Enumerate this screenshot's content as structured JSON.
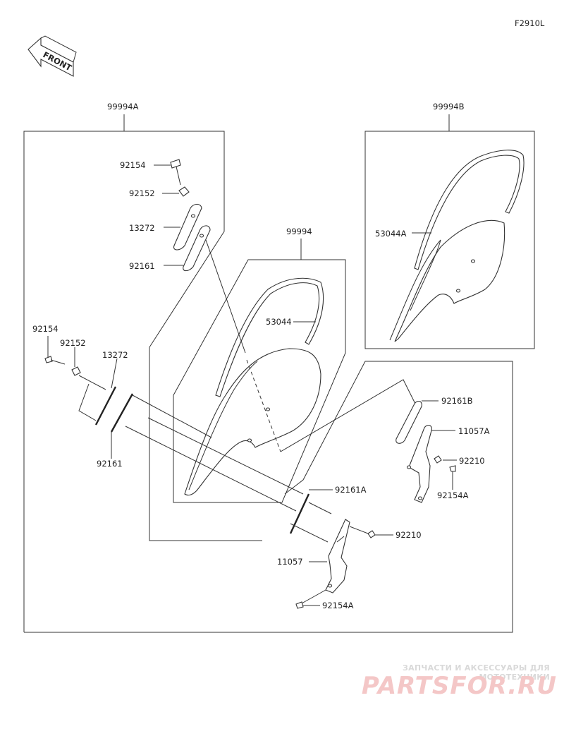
{
  "figure_code": "F2910L",
  "front_arrow": {
    "label": "FRONT"
  },
  "kits": [
    {
      "id": "kit-99994A",
      "label": "99994A"
    },
    {
      "id": "kit-99994B",
      "label": "99994B"
    },
    {
      "id": "kit-99994",
      "label": "99994"
    }
  ],
  "callouts": [
    {
      "id": "c1",
      "label": "92154"
    },
    {
      "id": "c2",
      "label": "92152"
    },
    {
      "id": "c3",
      "label": "13272"
    },
    {
      "id": "c4",
      "label": "92161"
    },
    {
      "id": "c5",
      "label": "53044A"
    },
    {
      "id": "c6",
      "label": "53044"
    },
    {
      "id": "c7",
      "label": "92154"
    },
    {
      "id": "c8",
      "label": "92152"
    },
    {
      "id": "c9",
      "label": "13272"
    },
    {
      "id": "c10",
      "label": "92161"
    },
    {
      "id": "c11",
      "label": "92161B"
    },
    {
      "id": "c12",
      "label": "11057A"
    },
    {
      "id": "c13",
      "label": "92210"
    },
    {
      "id": "c14",
      "label": "92154A"
    },
    {
      "id": "c15",
      "label": "92161A"
    },
    {
      "id": "c16",
      "label": "92210"
    },
    {
      "id": "c17",
      "label": "11057"
    },
    {
      "id": "c18",
      "label": "92154A"
    }
  ],
  "watermark": {
    "tagline": "ЗАПЧАСТИ И АКСЕССУАРЫ ДЛЯ МОТОТЕХНИКИ",
    "logo": "PARTSFOR.RU"
  }
}
